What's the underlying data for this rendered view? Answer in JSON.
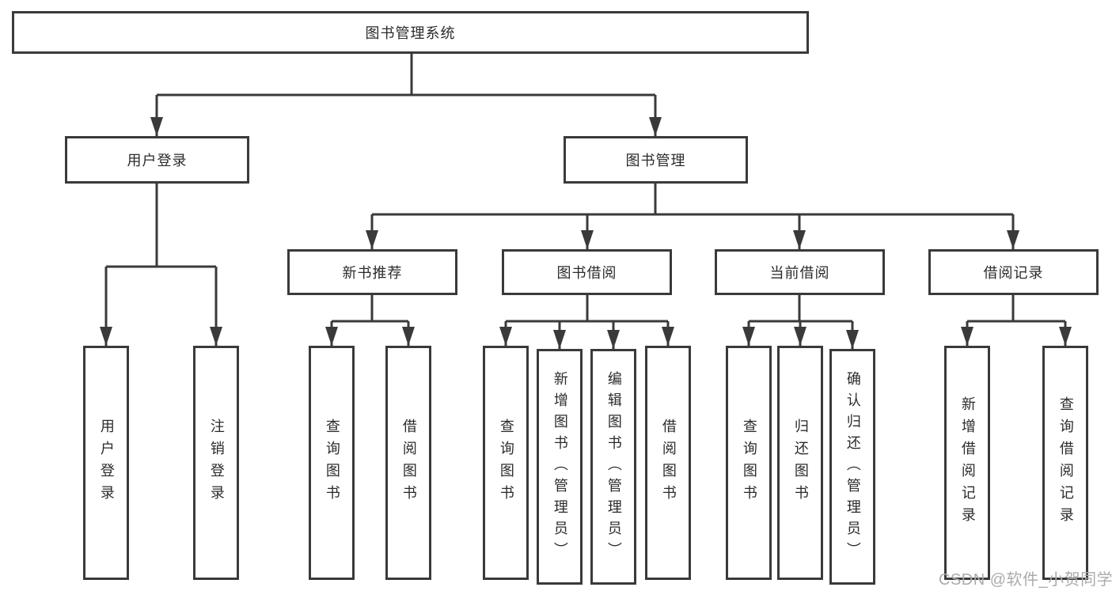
{
  "diagram": {
    "root": {
      "label": "图书管理系统"
    },
    "branches": [
      {
        "label": "用户登录",
        "children": [
          {
            "label": "用户登录"
          },
          {
            "label": "注销登录"
          }
        ]
      },
      {
        "label": "图书管理",
        "children": [
          {
            "label": "新书推荐",
            "children": [
              {
                "label": "查询图书"
              },
              {
                "label": "借阅图书"
              }
            ]
          },
          {
            "label": "图书借阅",
            "children": [
              {
                "label": "查询图书"
              },
              {
                "label": "新增图书（管理员）"
              },
              {
                "label": "编辑图书（管理员）"
              },
              {
                "label": "借阅图书"
              }
            ]
          },
          {
            "label": "当前借阅",
            "children": [
              {
                "label": "查询图书"
              },
              {
                "label": "归还图书"
              },
              {
                "label": "确认归还（管理员）"
              }
            ]
          },
          {
            "label": "借阅记录",
            "children": [
              {
                "label": "新增借阅记录"
              },
              {
                "label": "查询借阅记录"
              }
            ]
          }
        ]
      }
    ]
  },
  "watermark": {
    "text": "CSDN @软件_小贺同学"
  },
  "colors": {
    "line": "#3a3a3a",
    "text": "#2b2b2b",
    "background": "#ffffff",
    "watermark": "#ababab"
  }
}
